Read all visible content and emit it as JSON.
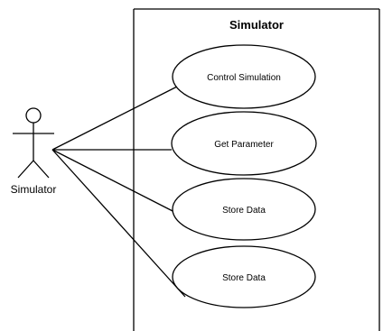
{
  "system": {
    "title": "Simulator"
  },
  "actor": {
    "label": "Simulator"
  },
  "use_cases": [
    {
      "label": "Control Simulation"
    },
    {
      "label": "Get Parameter"
    },
    {
      "label": "Store Data"
    },
    {
      "label": "Store Data"
    }
  ],
  "colors": {
    "line": "#000000",
    "background": "#ffffff"
  }
}
